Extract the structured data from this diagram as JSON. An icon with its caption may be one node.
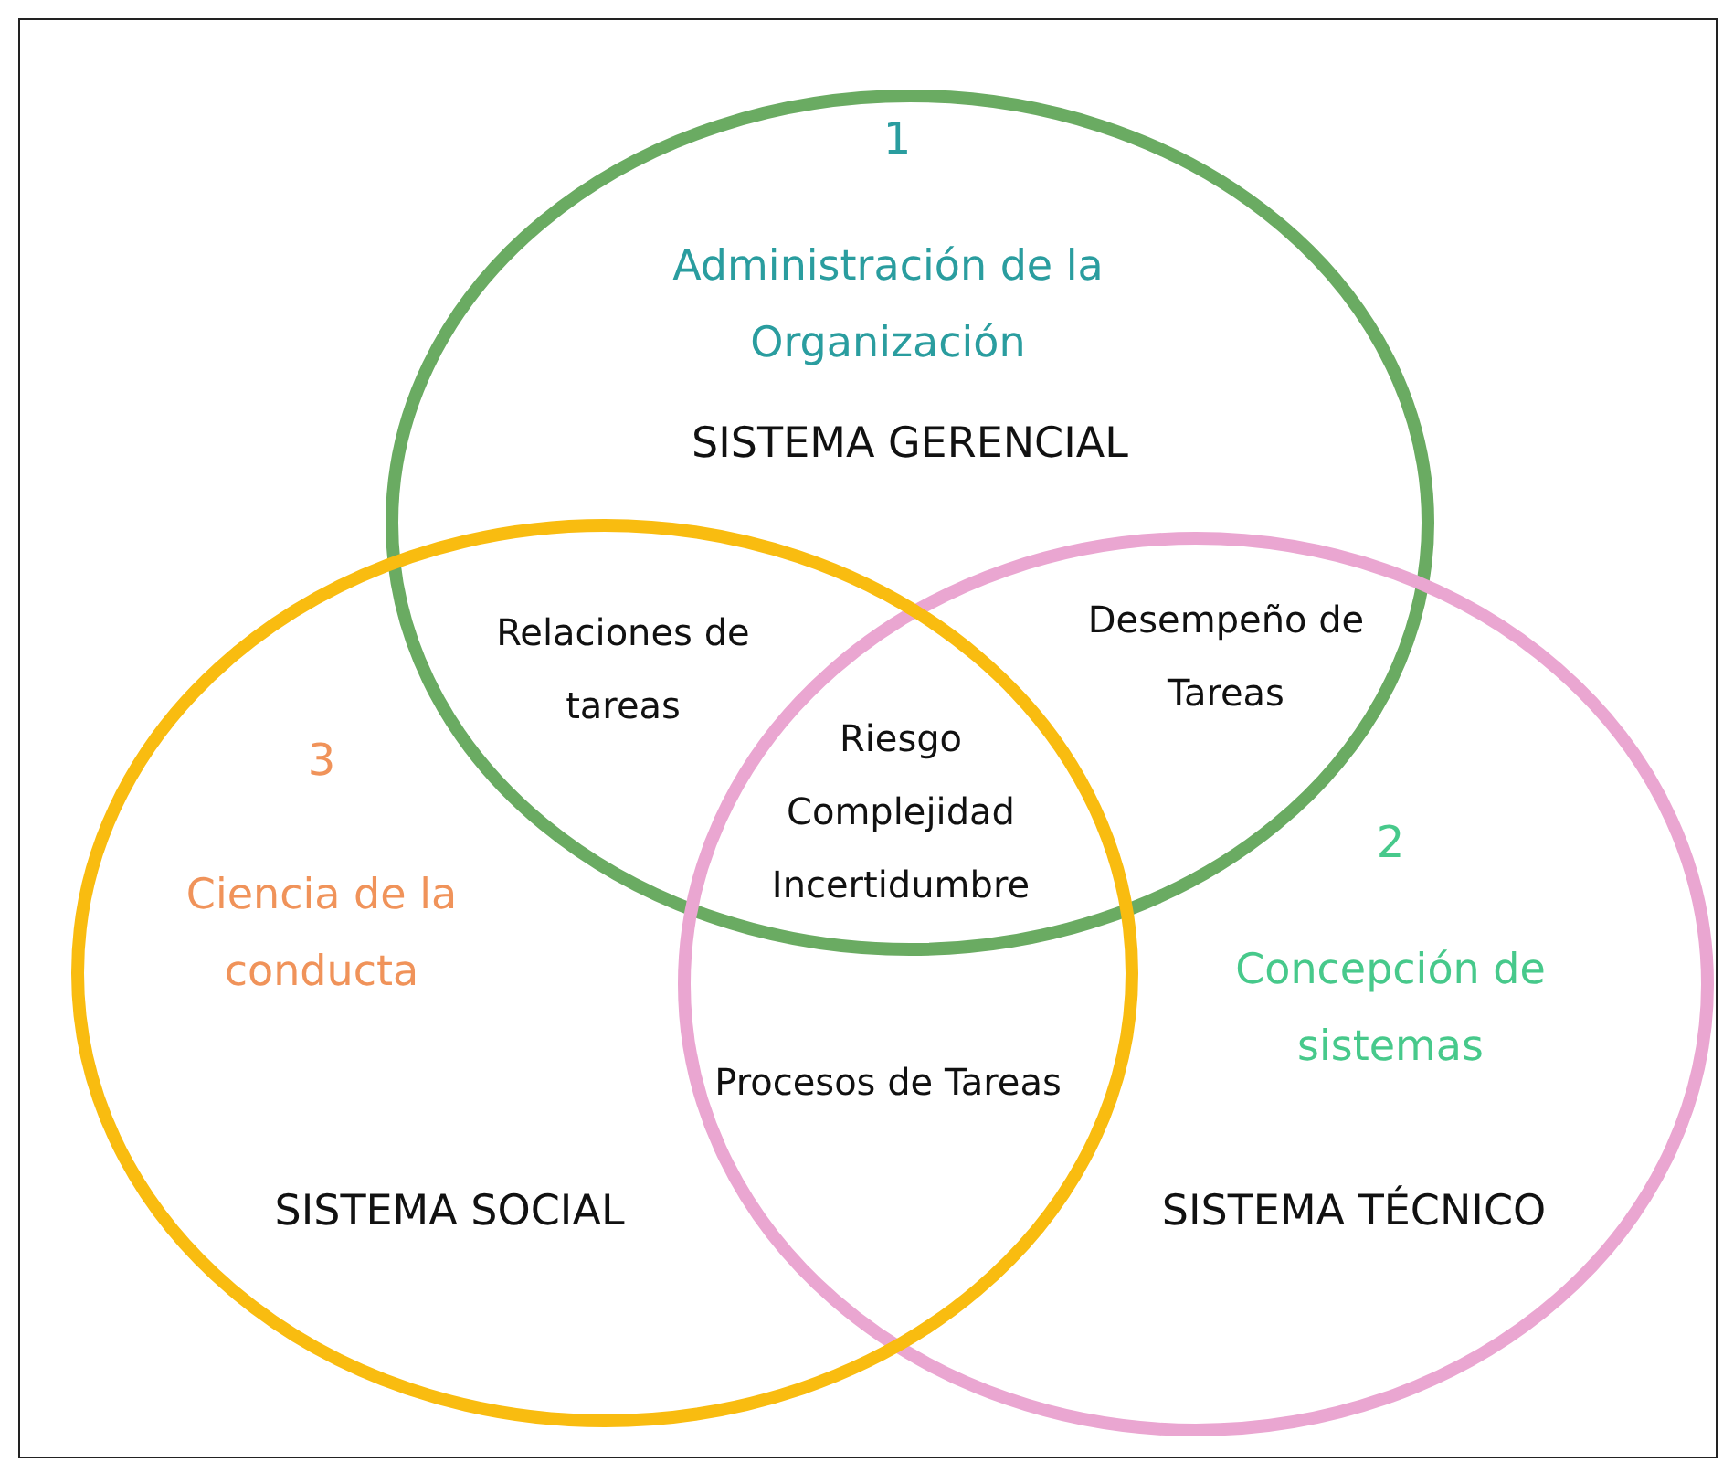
{
  "diagram": {
    "nodes": [
      {
        "text": [
          "1",
          "Administración de la Organización",
          "SISTEMA GERENCIAL"
        ]
      },
      {
        "text": [
          "2",
          "Concepción de sistemas",
          "SISTEMA TÉCNICO"
        ]
      },
      {
        "text": [
          "3",
          "Ciencia de la conducta",
          "SISTEMA SOCIAL"
        ]
      }
    ],
    "labels": [
      "Relaciones de tareas",
      "Desempeño de Tareas",
      "Riesgo",
      "Complejidad",
      "Incertidumbre",
      "Procesos de Tareas"
    ]
  }
}
